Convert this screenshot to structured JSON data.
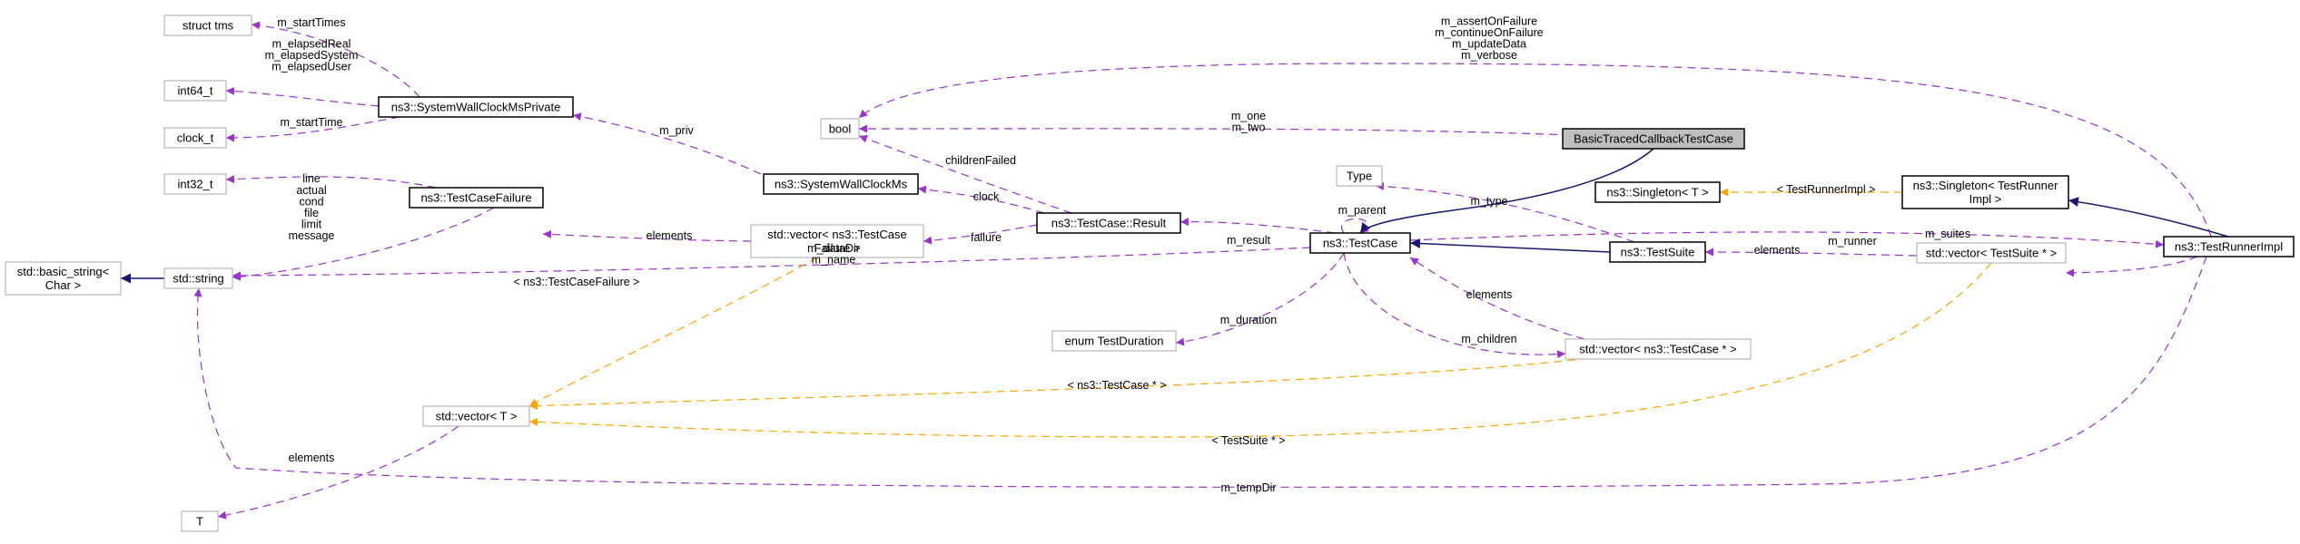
{
  "diagram": {
    "nodes": {
      "struct_tms": {
        "label": [
          "struct tms"
        ]
      },
      "int64_t": {
        "label": [
          "int64_t"
        ]
      },
      "clock_t": {
        "label": [
          "clock_t"
        ]
      },
      "int32_t": {
        "label": [
          "int32_t"
        ]
      },
      "basic_string": {
        "label": [
          "std::basic_string<",
          "Char >"
        ]
      },
      "std_string": {
        "label": [
          "std::string"
        ]
      },
      "std_vector_T": {
        "label": [
          "std::vector< T >"
        ]
      },
      "T": {
        "label": [
          "T"
        ]
      },
      "SystemWallClockMsPrivate": {
        "label": [
          "ns3::SystemWallClockMsPrivate"
        ]
      },
      "TestCaseFailure": {
        "label": [
          "ns3::TestCaseFailure"
        ]
      },
      "bool": {
        "label": [
          "bool"
        ]
      },
      "SystemWallClockMs": {
        "label": [
          "ns3::SystemWallClockMs"
        ]
      },
      "vector_TestCaseFailure": {
        "label": [
          "std::vector< ns3::TestCase",
          "Failure >"
        ]
      },
      "TestCase_Result": {
        "label": [
          "ns3::TestCase::Result"
        ]
      },
      "Type": {
        "label": [
          "Type"
        ]
      },
      "enum_TestDuration": {
        "label": [
          "enum TestDuration"
        ]
      },
      "TestCase": {
        "label": [
          "ns3::TestCase"
        ]
      },
      "BasicTracedCallbackTestCase": {
        "label": [
          "BasicTracedCallbackTestCase"
        ]
      },
      "Singleton_T": {
        "label": [
          "ns3::Singleton< T >"
        ]
      },
      "TestSuite": {
        "label": [
          "ns3::TestSuite"
        ]
      },
      "vector_TestCasePtr": {
        "label": [
          "std::vector< ns3::TestCase * >"
        ]
      },
      "Singleton_TestRunnerImpl": {
        "label": [
          "ns3::Singleton< TestRunner",
          "Impl >"
        ]
      },
      "TestRunnerImpl": {
        "label": [
          "ns3::TestRunnerImpl"
        ]
      },
      "vector_TestSuitePtr": {
        "label": [
          "std::vector< TestSuite * >"
        ]
      }
    },
    "edge_labels": {
      "m_startTimes": [
        "m_startTimes"
      ],
      "elapsed": [
        "m_elapsedReal",
        "m_elapsedSystem",
        "m_elapsedUser"
      ],
      "m_startTime": [
        "m_startTime"
      ],
      "line": [
        "line"
      ],
      "failure_fields": [
        "actual",
        "cond",
        "file",
        "limit",
        "message"
      ],
      "assert_fields": [
        "m_assertOnFailure",
        "m_continueOnFailure",
        "m_updateData",
        "m_verbose"
      ],
      "m_one_two": [
        "m_one",
        "m_two"
      ],
      "m_priv": [
        "m_priv"
      ],
      "childrenFailed": [
        "childrenFailed"
      ],
      "clock": [
        "clock"
      ],
      "failure": [
        "failure"
      ],
      "elements_failure": [
        "elements"
      ],
      "m_result": [
        "m_result"
      ],
      "m_parent": [
        "m_parent"
      ],
      "m_type": [
        "m_type"
      ],
      "testrunnerimpl_tpl": [
        "< TestRunnerImpl >"
      ],
      "m_runner": [
        "m_runner"
      ],
      "m_suites": [
        "m_suites"
      ],
      "elements_suites": [
        "elements"
      ],
      "datadir_name": [
        "m_dataDir",
        "m_name"
      ],
      "tcf_tpl": [
        "< ns3::TestCaseFailure >"
      ],
      "m_duration": [
        "m_duration"
      ],
      "elements_children": [
        "elements"
      ],
      "m_children": [
        "m_children"
      ],
      "testcaseptr_tpl": [
        "< ns3::TestCase * >"
      ],
      "testsuiteptr_tpl": [
        "< TestSuite * >"
      ],
      "elements_T": [
        "elements"
      ],
      "m_tempDir": [
        "m_tempDir"
      ]
    }
  },
  "colors": {
    "usage_edge": "#9a32cd",
    "template_edge": "#ffa500",
    "inheritance_edge": "#191970",
    "focus_fill": "#bfbfbf",
    "gray_border": "#a8a8a8"
  }
}
